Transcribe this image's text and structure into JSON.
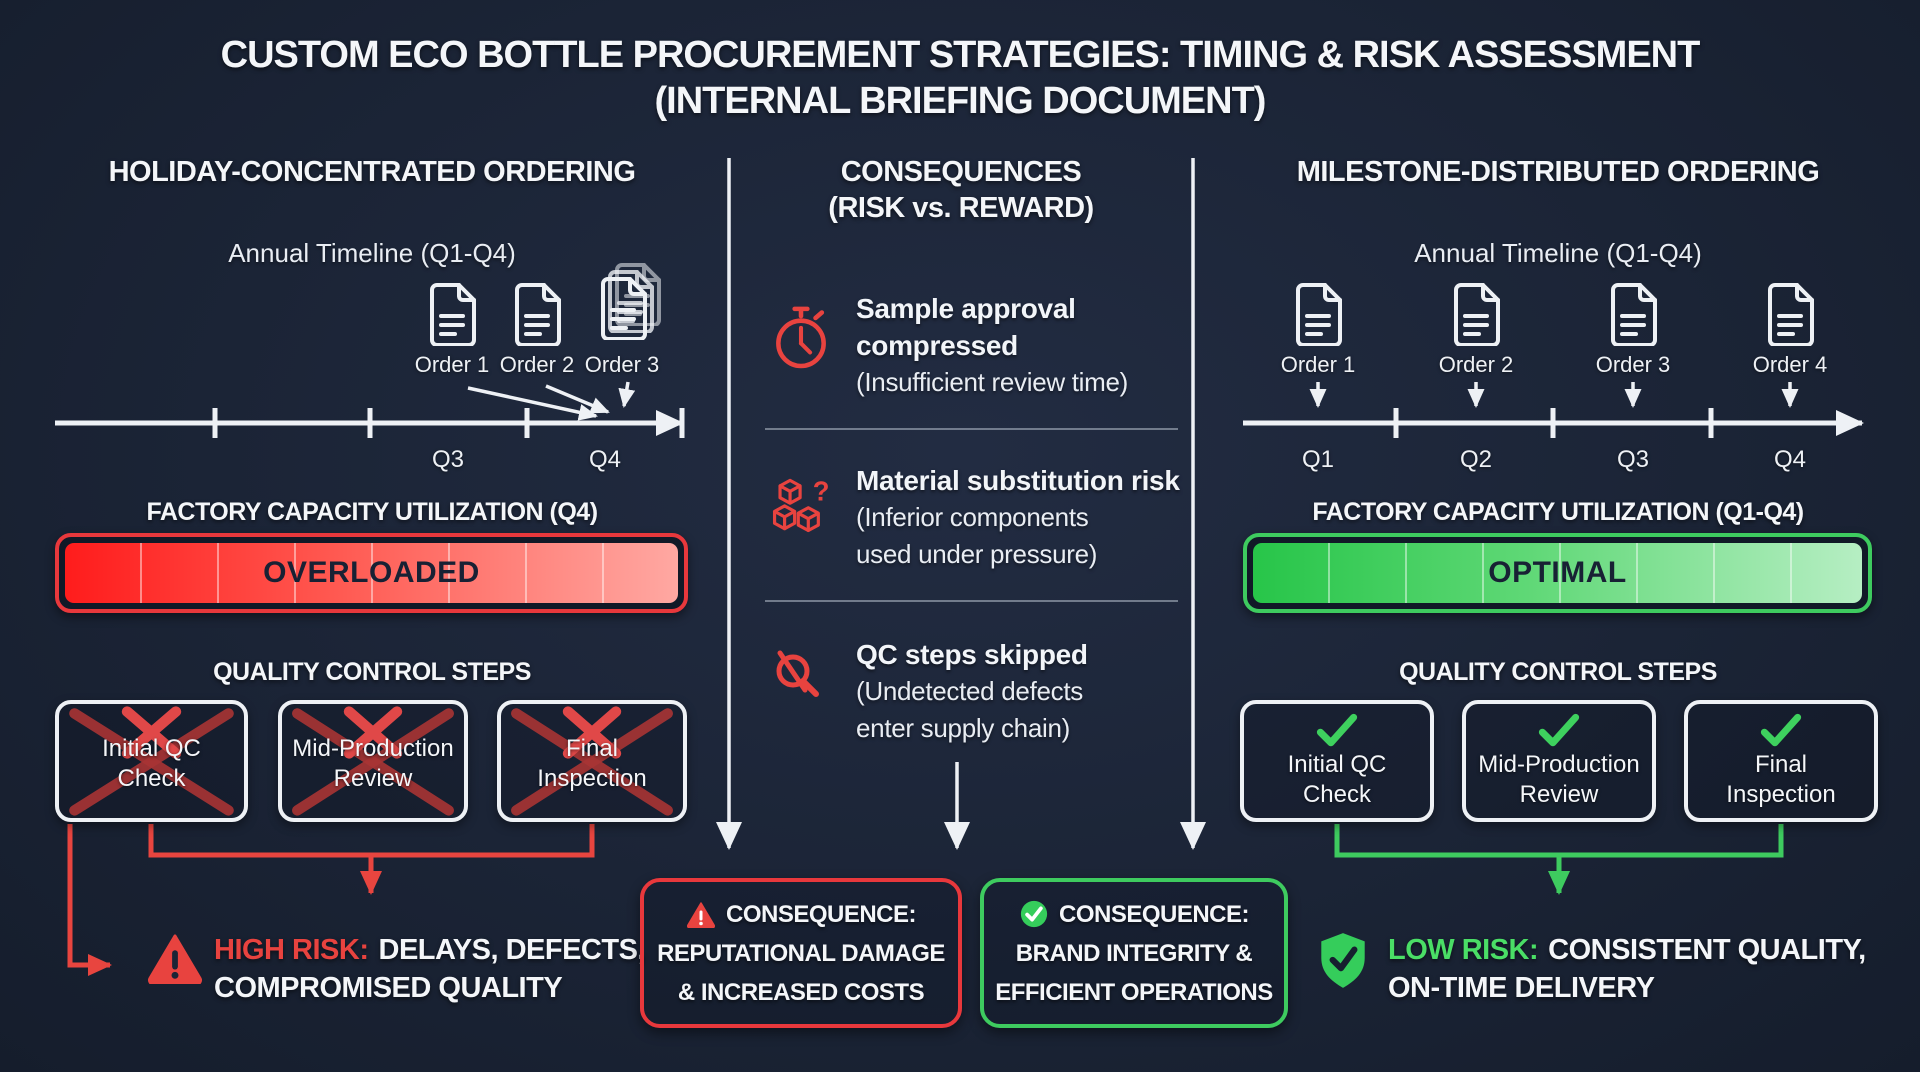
{
  "title": {
    "line1": "CUSTOM ECO BOTTLE PROCUREMENT STRATEGIES: TIMING & RISK ASSESSMENT",
    "line2": "(INTERNAL BRIEFING DOCUMENT)"
  },
  "colors": {
    "background": "#1b2436",
    "accent_red": "#e8403c",
    "accent_green": "#3ecb5f",
    "text_white": "#f4f6f9"
  },
  "left": {
    "header": "HOLIDAY-CONCENTRATED ORDERING",
    "timeline_title": "Annual Timeline (Q1-Q4)",
    "order_labels": [
      "Order 1",
      "Order 2",
      "Order 3"
    ],
    "quarter_labels": [
      "Q3",
      "Q4"
    ],
    "capacity_title": "FACTORY CAPACITY UTILIZATION (Q4)",
    "capacity_status": "OVERLOADED",
    "qc_title": "QUALITY CONTROL STEPS",
    "qc_steps": [
      {
        "line1": "Initial QC",
        "line2": "Check"
      },
      {
        "line1": "Mid-Production",
        "line2": "Review"
      },
      {
        "line1": "Final",
        "line2": "Inspection"
      }
    ],
    "risk": {
      "label": "HIGH RISK:",
      "rest1": "DELAYS, DEFECTS,",
      "rest2": "COMPROMISED QUALITY"
    }
  },
  "middle": {
    "header_line1": "CONSEQUENCES",
    "header_line2": "(RISK vs. REWARD)",
    "items": [
      {
        "icon": "stopwatch-icon",
        "title_lines": [
          "Sample approval",
          "compressed"
        ],
        "sub_lines": [
          "(Insufficient review time)"
        ]
      },
      {
        "icon": "cubes-question-icon",
        "title_lines": [
          "Material substitution risk"
        ],
        "sub_lines": [
          "(Inferior components",
          "used under pressure)"
        ]
      },
      {
        "icon": "magnifier-slash-icon",
        "title_lines": [
          "QC steps skipped"
        ],
        "sub_lines": [
          "(Undetected defects",
          "enter supply chain)"
        ]
      }
    ],
    "consequence_negative": {
      "heading": "CONSEQUENCE:",
      "line2": "REPUTATIONAL DAMAGE",
      "line3": "& INCREASED COSTS"
    },
    "consequence_positive": {
      "heading": "CONSEQUENCE:",
      "line2": "BRAND INTEGRITY &",
      "line3": "EFFICIENT OPERATIONS"
    }
  },
  "right": {
    "header": "MILESTONE-DISTRIBUTED ORDERING",
    "timeline_title": "Annual Timeline (Q1-Q4)",
    "order_labels": [
      "Order 1",
      "Order 2",
      "Order 3",
      "Order 4"
    ],
    "quarter_labels": [
      "Q1",
      "Q2",
      "Q3",
      "Q4"
    ],
    "capacity_title": "FACTORY CAPACITY UTILIZATION (Q1-Q4)",
    "capacity_status": "OPTIMAL",
    "qc_title": "QUALITY CONTROL STEPS",
    "qc_steps": [
      {
        "line1": "Initial QC",
        "line2": "Check"
      },
      {
        "line1": "Mid-Production",
        "line2": "Review"
      },
      {
        "line1": "Final",
        "line2": "Inspection"
      }
    ],
    "risk": {
      "label": "LOW RISK:",
      "rest1": "CONSISTENT QUALITY,",
      "rest2": "ON-TIME DELIVERY"
    }
  }
}
